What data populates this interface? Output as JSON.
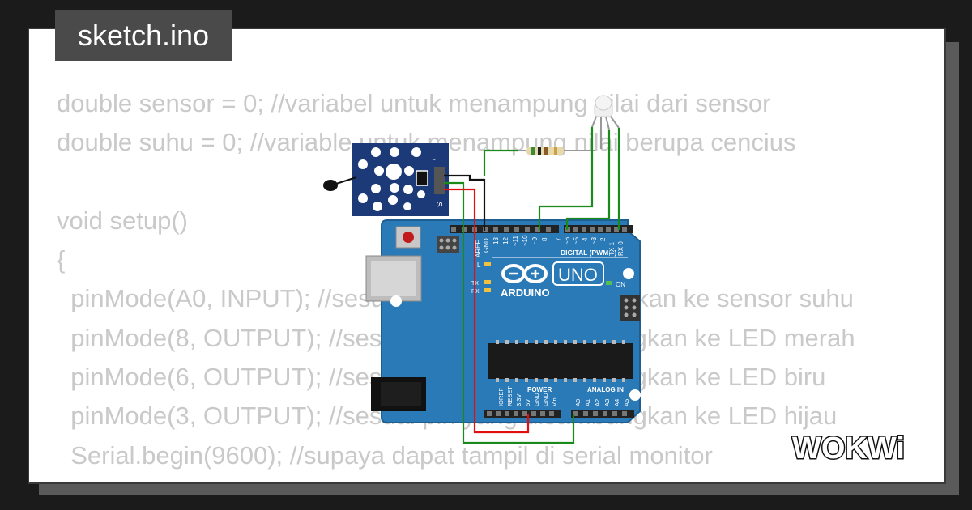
{
  "tab": {
    "filename": "sketch.ino"
  },
  "code_lines": [
    "double sensor = 0; //variabel untuk menampung nilai dari sensor",
    "double suhu = 0; //variable untuk menampung nilai berupa cencius",
    "",
    "void setup()",
    "{",
    "  pinMode(A0, INPUT); //sesuai pin yang disambungkan ke sensor suhu",
    "  pinMode(8, OUTPUT); //sesuai pin yang disambungkan ke LED merah",
    "  pinMode(6, OUTPUT); //sesuai pin yang disambungkan ke LED biru",
    "  pinMode(3, OUTPUT); //sesuai pin yang disambungkan ke LED hijau",
    "  Serial.begin(9600); //supaya dapat tampil di serial monitor",
    "}"
  ],
  "sensor_module": {
    "labels": [
      "-",
      "S"
    ]
  },
  "arduino": {
    "brand": "ARDUINO",
    "model": "UNO",
    "digital_label": "DIGITAL (PWM ~)",
    "on_label": "ON",
    "led_labels": [
      "L",
      "TX",
      "RX"
    ],
    "power_label": "POWER",
    "analog_label": "ANALOG IN",
    "top_pins": [
      "AREF",
      "GND",
      "13",
      "12",
      "~11",
      "~10",
      "~9",
      "8",
      "7",
      "~6",
      "~5",
      "4",
      "~3",
      "2",
      "TX 1",
      "RX 0"
    ],
    "power_pins": [
      "IOREF",
      "RESET",
      "3.3V",
      "5V",
      "GND",
      "GND",
      "Vin"
    ],
    "analog_pins": [
      "A0",
      "A1",
      "A2",
      "A3",
      "A4",
      "A5"
    ]
  },
  "logo": {
    "text": "WOKWi"
  },
  "colors": {
    "board": "#2b7ab8",
    "board_edge": "#1d5f93",
    "wire_green": "#1a8a1a",
    "wire_red": "#e01010",
    "wire_black": "#111111",
    "sensor": "#1c3a78"
  }
}
